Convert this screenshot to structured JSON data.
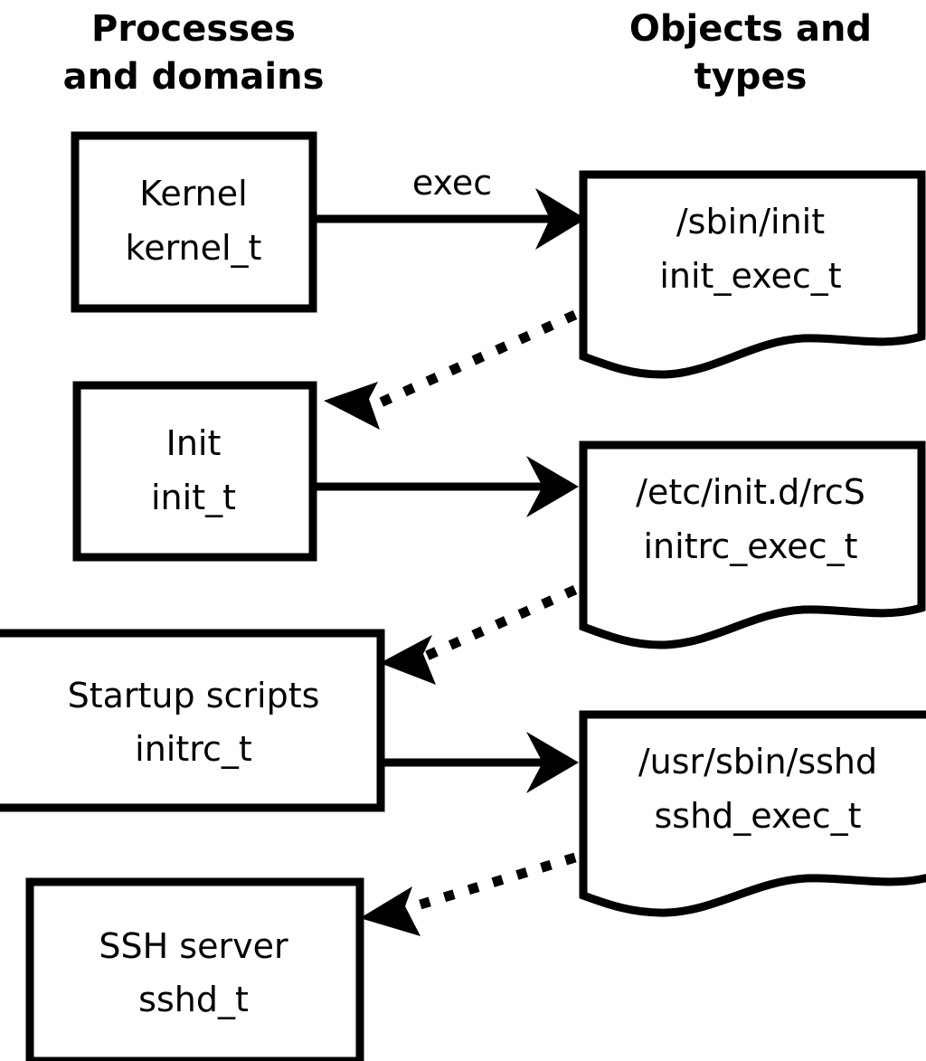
{
  "diagram": {
    "title": "SELinux process domains and object types transition diagram",
    "background_color": "#ffffff",
    "line_color": "#000000",
    "columns": [
      {
        "id": "processes",
        "header_line1": "Processes",
        "header_line2": "and domains"
      },
      {
        "id": "objects",
        "header_line1": "Objects and",
        "header_line2": "types"
      }
    ],
    "process_nodes": [
      {
        "id": "kernel",
        "line1": "Kernel",
        "line2": "kernel_t"
      },
      {
        "id": "init",
        "line1": "Init",
        "line2": "init_t"
      },
      {
        "id": "initrc",
        "line1": "Startup scripts",
        "line2": "initrc_t"
      },
      {
        "id": "sshd",
        "line1": "SSH server",
        "line2": "sshd_t"
      }
    ],
    "object_nodes": [
      {
        "id": "init_exec",
        "line1": "/sbin/init",
        "line2": "init_exec_t"
      },
      {
        "id": "initrc_exec",
        "line1": "/etc/init.d/rcS",
        "line2": "initrc_exec_t"
      },
      {
        "id": "sshd_exec",
        "line1": "/usr/sbin/sshd",
        "line2": "sshd_exec_t"
      }
    ],
    "edges": [
      {
        "id": "kernel-exec-init",
        "label": "exec",
        "style": "solid",
        "from": "kernel",
        "to": "init_exec"
      },
      {
        "id": "init_exec-to-init",
        "label": "",
        "style": "dotted",
        "from": "init_exec",
        "to": "init"
      },
      {
        "id": "init-exec-initrc",
        "label": "",
        "style": "solid",
        "from": "init",
        "to": "initrc_exec"
      },
      {
        "id": "initrc_exec-to-initrc",
        "label": "",
        "style": "dotted",
        "from": "initrc_exec",
        "to": "initrc"
      },
      {
        "id": "initrc-exec-sshd",
        "label": "",
        "style": "solid",
        "from": "initrc",
        "to": "sshd_exec"
      },
      {
        "id": "sshd_exec-to-sshd",
        "label": "",
        "style": "dotted",
        "from": "sshd_exec",
        "to": "sshd"
      }
    ]
  }
}
